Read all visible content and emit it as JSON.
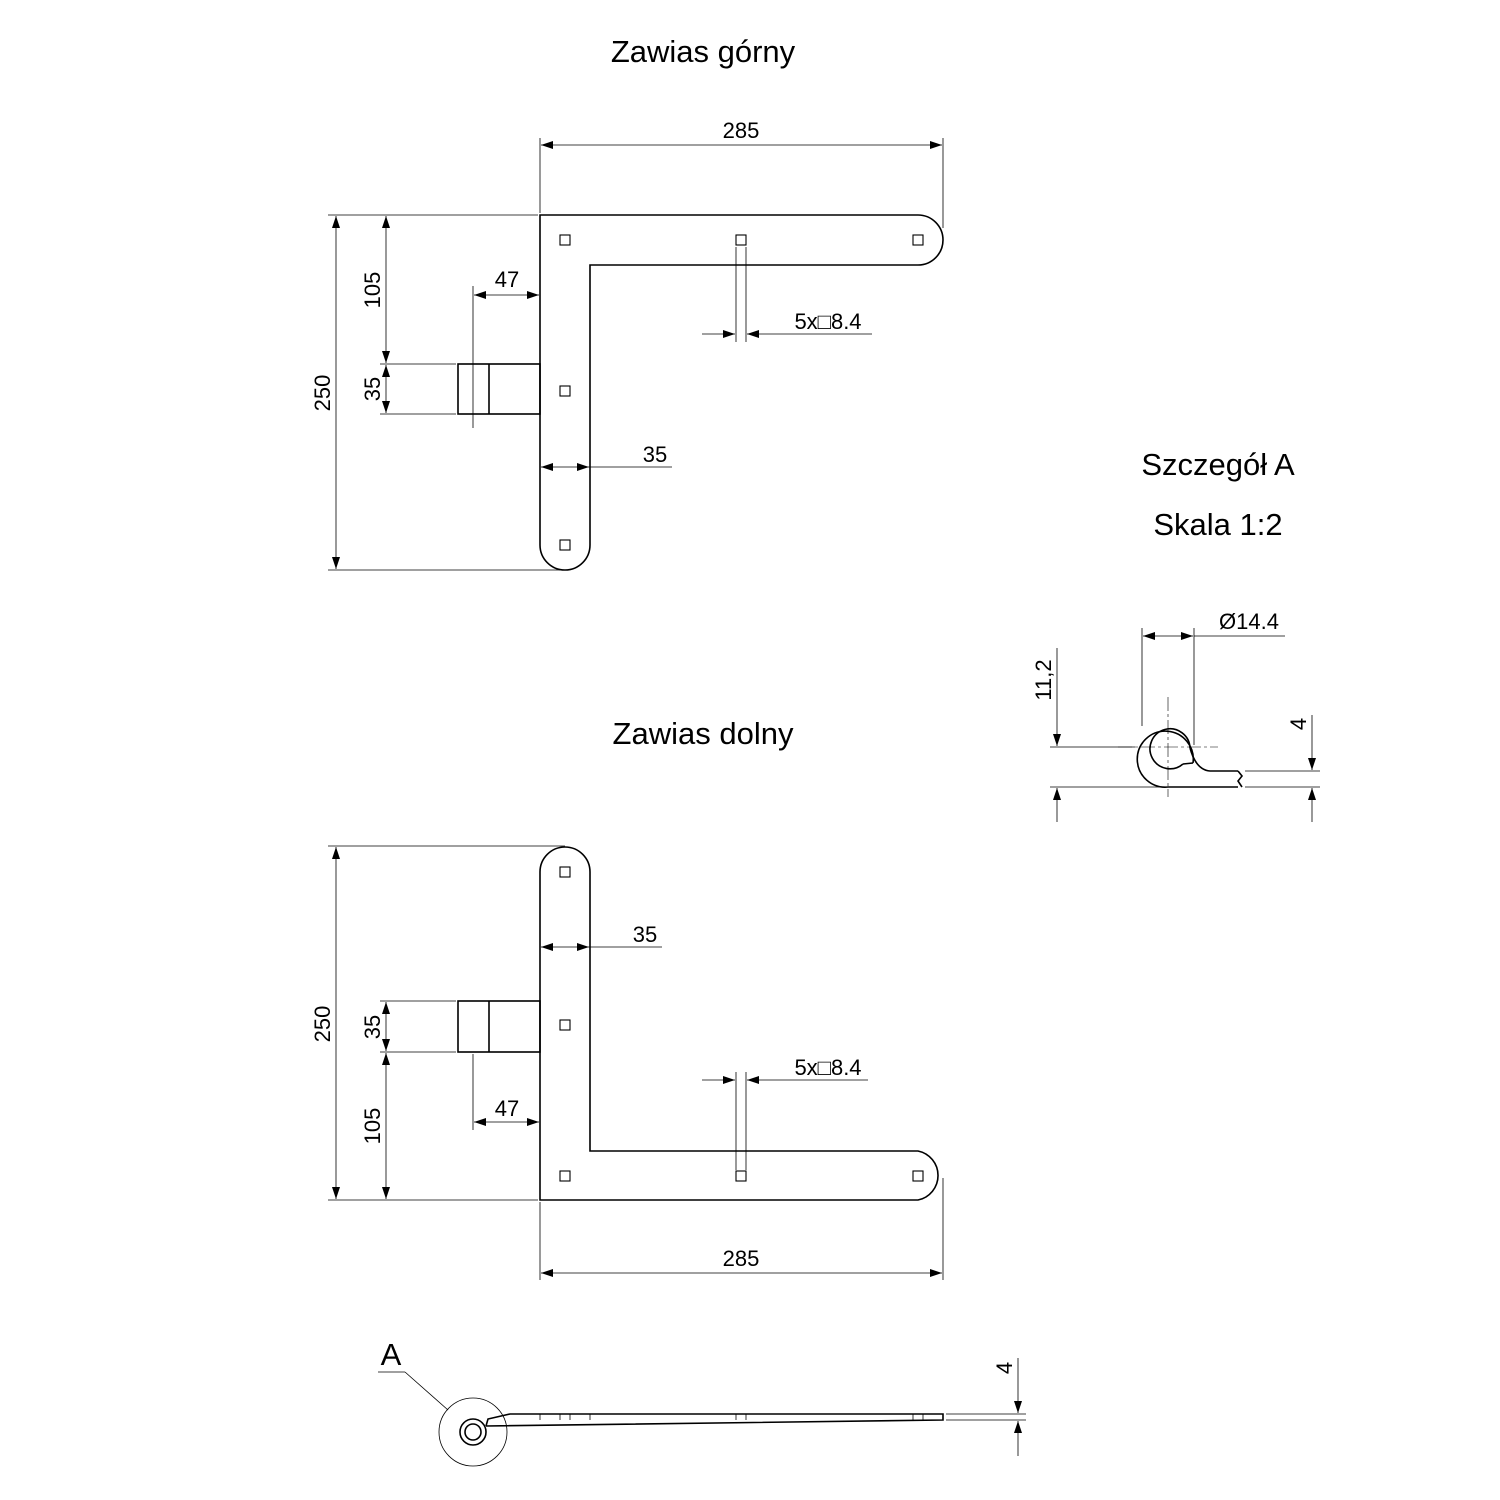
{
  "titles": {
    "upper": "Zawias górny",
    "lower": "Zawias dolny",
    "detail": "Szczegół A",
    "scale": "Skala 1:2"
  },
  "upper_hinge": {
    "width": "285",
    "height": "250",
    "offset_top": "105",
    "pin_height": "35",
    "pin_length": "47",
    "strap_width": "35",
    "holes": "5x□8.4"
  },
  "lower_hinge": {
    "width": "285",
    "height": "250",
    "offset_bottom": "105",
    "pin_height": "35",
    "pin_length": "47",
    "strap_width": "35",
    "holes": "5x□8.4"
  },
  "detail_a": {
    "diameter": "Ø14.4",
    "height": "11,2",
    "thickness": "4"
  },
  "side_view": {
    "label": "A",
    "thickness": "4"
  }
}
